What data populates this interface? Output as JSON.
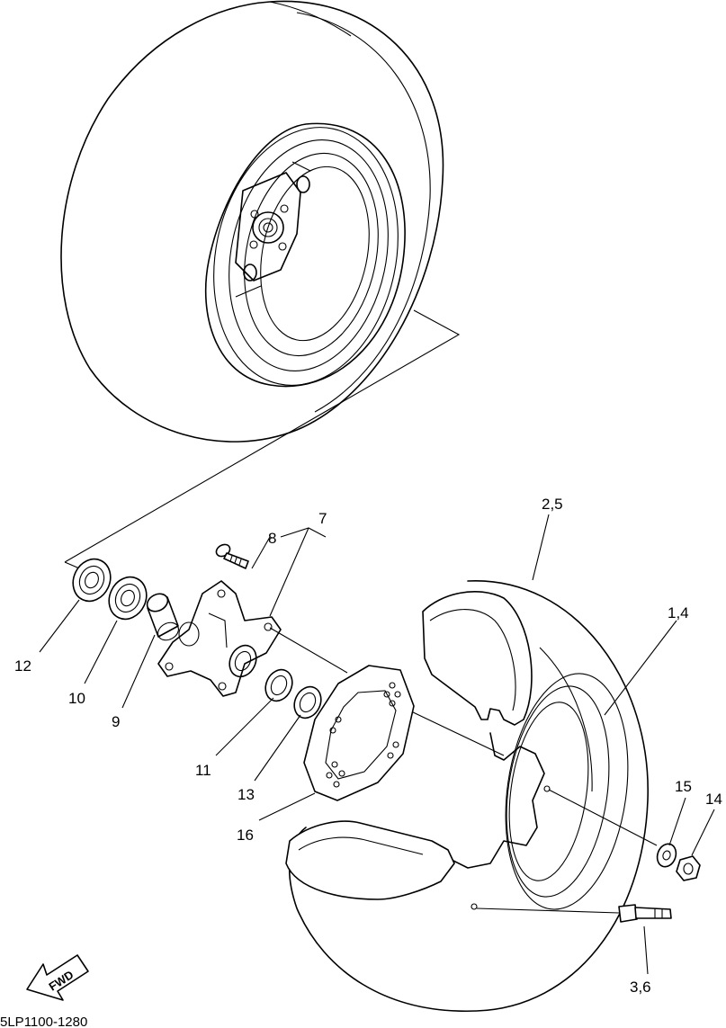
{
  "callouts": [
    {
      "id": "p1_4",
      "label": "1,4"
    },
    {
      "id": "p2_5",
      "label": "2,5"
    },
    {
      "id": "p3_6",
      "label": "3,6"
    },
    {
      "id": "p7",
      "label": "7"
    },
    {
      "id": "p8",
      "label": "8"
    },
    {
      "id": "p9",
      "label": "9"
    },
    {
      "id": "p10",
      "label": "10"
    },
    {
      "id": "p11",
      "label": "11"
    },
    {
      "id": "p12",
      "label": "12"
    },
    {
      "id": "p13",
      "label": "13"
    },
    {
      "id": "p14",
      "label": "14"
    },
    {
      "id": "p15",
      "label": "15"
    },
    {
      "id": "p16",
      "label": "16"
    }
  ],
  "direction_label": "FWD",
  "diagram_code": "5LP1100-1280"
}
